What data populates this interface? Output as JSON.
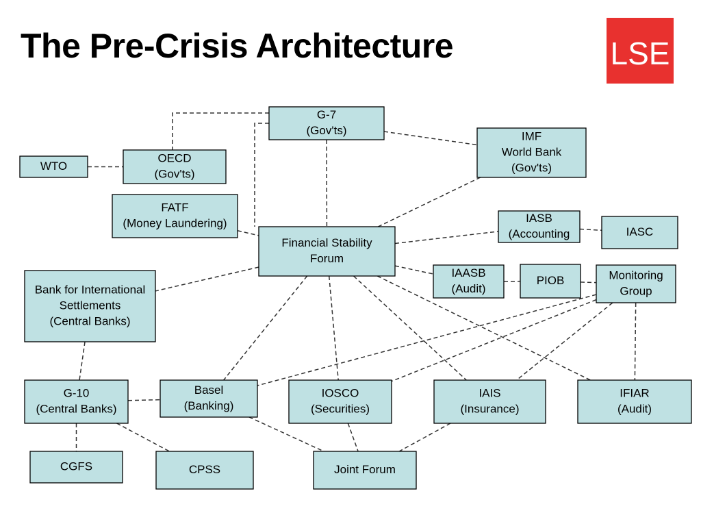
{
  "title": "The Pre-Crisis Architecture",
  "logo": {
    "text": "LSE",
    "color": "#e8312f"
  },
  "node_fill": "#bfe1e3",
  "nodes": [
    {
      "id": "g7",
      "name": "node-g7",
      "lines": [
        "G-7",
        "(Gov'ts)"
      ]
    },
    {
      "id": "imf",
      "name": "node-imf-world-bank",
      "lines": [
        "IMF",
        "World Bank",
        "(Gov'ts)"
      ]
    },
    {
      "id": "wto",
      "name": "node-wto",
      "lines": [
        "WTO"
      ]
    },
    {
      "id": "oecd",
      "name": "node-oecd",
      "lines": [
        "OECD",
        "(Gov'ts)"
      ]
    },
    {
      "id": "fatf",
      "name": "node-fatf",
      "lines": [
        "FATF",
        "(Money Laundering)"
      ]
    },
    {
      "id": "fsf",
      "name": "node-financial-stability-forum",
      "lines": [
        "Financial Stability",
        "Forum"
      ]
    },
    {
      "id": "iasb",
      "name": "node-iasb",
      "lines": [
        "IASB",
        "(Accounting"
      ]
    },
    {
      "id": "iasc",
      "name": "node-iasc",
      "lines": [
        "IASC"
      ]
    },
    {
      "id": "iaasb",
      "name": "node-iaasb",
      "lines": [
        "IAASB",
        "(Audit)"
      ]
    },
    {
      "id": "piob",
      "name": "node-piob",
      "lines": [
        "PIOB"
      ]
    },
    {
      "id": "mg",
      "name": "node-monitoring-group",
      "lines": [
        "Monitoring",
        "Group"
      ]
    },
    {
      "id": "bis",
      "name": "node-bis",
      "lines": [
        "Bank for International",
        "Settlements",
        "(Central Banks)"
      ]
    },
    {
      "id": "g10",
      "name": "node-g10",
      "lines": [
        "G-10",
        "(Central Banks)"
      ]
    },
    {
      "id": "basel",
      "name": "node-basel",
      "lines": [
        "Basel",
        "(Banking)"
      ]
    },
    {
      "id": "iosco",
      "name": "node-iosco",
      "lines": [
        "IOSCO",
        "(Securities)"
      ]
    },
    {
      "id": "iais",
      "name": "node-iais",
      "lines": [
        "IAIS",
        "(Insurance)"
      ]
    },
    {
      "id": "ifiar",
      "name": "node-ifiar",
      "lines": [
        "IFIAR",
        "(Audit)"
      ]
    },
    {
      "id": "cgfs",
      "name": "node-cgfs",
      "lines": [
        "CGFS"
      ]
    },
    {
      "id": "cpss",
      "name": "node-cpss",
      "lines": [
        "CPSS"
      ]
    },
    {
      "id": "jf",
      "name": "node-joint-forum",
      "lines": [
        "Joint Forum"
      ]
    }
  ],
  "edges": [
    [
      "wto",
      "oecd"
    ],
    [
      "g7",
      "oecd"
    ],
    [
      "g7",
      "fatf"
    ],
    [
      "g7",
      "imf"
    ],
    [
      "g7",
      "fsf"
    ],
    [
      "imf",
      "fsf"
    ],
    [
      "fatf",
      "fsf"
    ],
    [
      "fsf",
      "iasb"
    ],
    [
      "iasb",
      "iasc"
    ],
    [
      "fsf",
      "iaasb"
    ],
    [
      "iaasb",
      "piob"
    ],
    [
      "piob",
      "mg"
    ],
    [
      "fsf",
      "bis"
    ],
    [
      "fsf",
      "basel"
    ],
    [
      "fsf",
      "iosco"
    ],
    [
      "fsf",
      "iais"
    ],
    [
      "fsf",
      "ifiar"
    ],
    [
      "bis",
      "g10"
    ],
    [
      "g10",
      "basel"
    ],
    [
      "g10",
      "cgfs"
    ],
    [
      "g10",
      "cpss"
    ],
    [
      "basel",
      "jf"
    ],
    [
      "iosco",
      "jf"
    ],
    [
      "iais",
      "jf"
    ],
    [
      "mg",
      "basel"
    ],
    [
      "mg",
      "iosco"
    ],
    [
      "mg",
      "iais"
    ],
    [
      "mg",
      "ifiar"
    ]
  ]
}
